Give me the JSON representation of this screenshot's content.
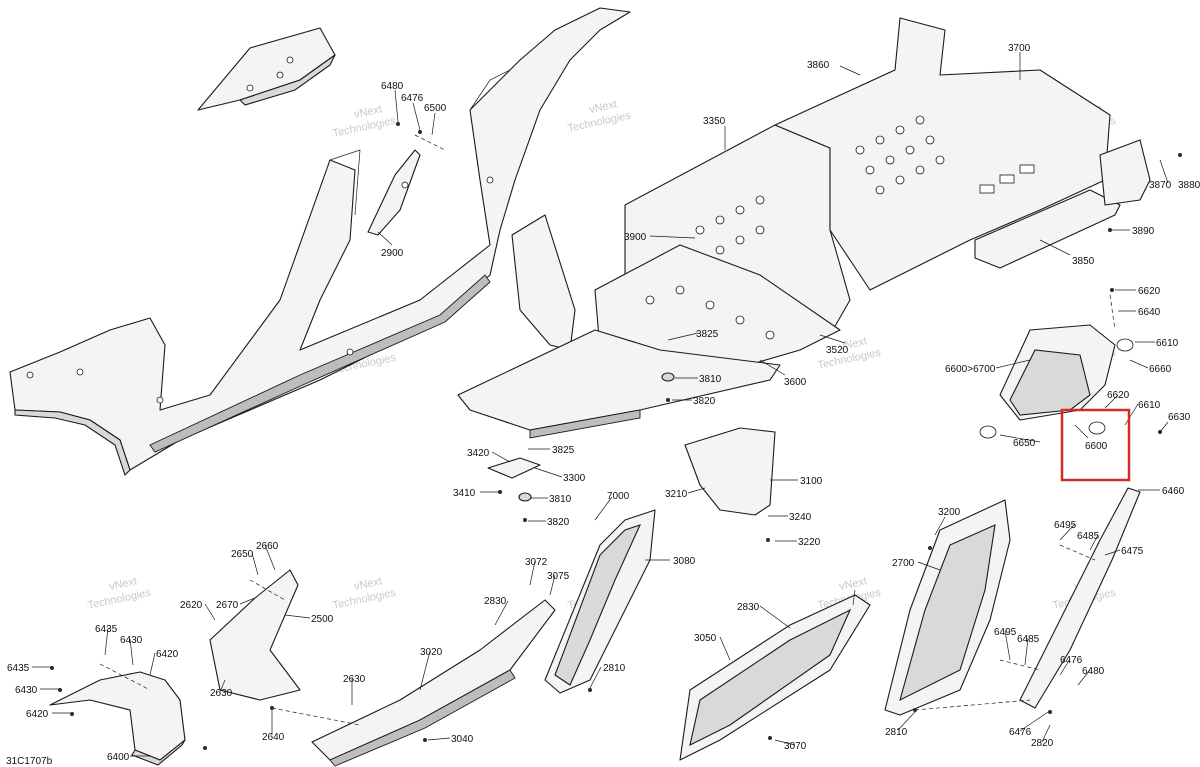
{
  "diagram": {
    "code": "31C1707b",
    "watermark_line1": "vNext",
    "watermark_line2": "Technologies",
    "highlight_color": "#d42a2a",
    "highlighted_part": "6600",
    "callouts": [
      {
        "id": "c6480",
        "text": "6480"
      },
      {
        "id": "c6476",
        "text": "6476"
      },
      {
        "id": "c6500",
        "text": "6500"
      },
      {
        "id": "c2900",
        "text": "2900"
      },
      {
        "id": "c3860",
        "text": "3860"
      },
      {
        "id": "c3700",
        "text": "3700"
      },
      {
        "id": "c3350",
        "text": "3350"
      },
      {
        "id": "c3870",
        "text": "3870"
      },
      {
        "id": "c3880",
        "text": "3880"
      },
      {
        "id": "c3890",
        "text": "3890"
      },
      {
        "id": "c3850",
        "text": "3850"
      },
      {
        "id": "c3900",
        "text": "3900"
      },
      {
        "id": "c6620a",
        "text": "6620"
      },
      {
        "id": "c6640",
        "text": "6640"
      },
      {
        "id": "c6610a",
        "text": "6610"
      },
      {
        "id": "c6660",
        "text": "6660"
      },
      {
        "id": "c6600r",
        "text": "6600>6700"
      },
      {
        "id": "c3825a",
        "text": "3825"
      },
      {
        "id": "c3520",
        "text": "3520"
      },
      {
        "id": "c3600",
        "text": "3600"
      },
      {
        "id": "c3810a",
        "text": "3810"
      },
      {
        "id": "c3820a",
        "text": "3820"
      },
      {
        "id": "c6620b",
        "text": "6620"
      },
      {
        "id": "c6610b",
        "text": "6610"
      },
      {
        "id": "c6630",
        "text": "6630"
      },
      {
        "id": "c6650",
        "text": "6650"
      },
      {
        "id": "c6600",
        "text": "6600"
      },
      {
        "id": "c3420",
        "text": "3420"
      },
      {
        "id": "c3825b",
        "text": "3825"
      },
      {
        "id": "c3300",
        "text": "3300"
      },
      {
        "id": "c3410",
        "text": "3410"
      },
      {
        "id": "c3810b",
        "text": "3810"
      },
      {
        "id": "c3820b",
        "text": "3820"
      },
      {
        "id": "c7000",
        "text": "7000"
      },
      {
        "id": "c3210",
        "text": "3210"
      },
      {
        "id": "c3100",
        "text": "3100"
      },
      {
        "id": "c3240",
        "text": "3240"
      },
      {
        "id": "c3220",
        "text": "3220"
      },
      {
        "id": "c6460",
        "text": "6460"
      },
      {
        "id": "c3200",
        "text": "3200"
      },
      {
        "id": "c6495a",
        "text": "6495"
      },
      {
        "id": "c6485a",
        "text": "6485"
      },
      {
        "id": "c6475",
        "text": "6475"
      },
      {
        "id": "c2650",
        "text": "2650"
      },
      {
        "id": "c2660",
        "text": "2660"
      },
      {
        "id": "c2620",
        "text": "2620"
      },
      {
        "id": "c2670",
        "text": "2670"
      },
      {
        "id": "c2500",
        "text": "2500"
      },
      {
        "id": "c3072",
        "text": "3072"
      },
      {
        "id": "c3075",
        "text": "3075"
      },
      {
        "id": "c3080",
        "text": "3080"
      },
      {
        "id": "c2700",
        "text": "2700"
      },
      {
        "id": "c2830a",
        "text": "2830"
      },
      {
        "id": "c2830b",
        "text": "2830"
      },
      {
        "id": "c6435a",
        "text": "6435"
      },
      {
        "id": "c6430a",
        "text": "6430"
      },
      {
        "id": "c6420a",
        "text": "6420"
      },
      {
        "id": "c6435b",
        "text": "6435"
      },
      {
        "id": "c6430b",
        "text": "6430"
      },
      {
        "id": "c6420b",
        "text": "6420"
      },
      {
        "id": "c2630a",
        "text": "2630"
      },
      {
        "id": "c2630b",
        "text": "2630"
      },
      {
        "id": "c3020",
        "text": "3020"
      },
      {
        "id": "c2810a",
        "text": "2810"
      },
      {
        "id": "c3050",
        "text": "3050"
      },
      {
        "id": "c6495b",
        "text": "6495"
      },
      {
        "id": "c6485b",
        "text": "6485"
      },
      {
        "id": "c6476b",
        "text": "6476"
      },
      {
        "id": "c6480b",
        "text": "6480"
      },
      {
        "id": "c2640",
        "text": "2640"
      },
      {
        "id": "c3040",
        "text": "3040"
      },
      {
        "id": "c3070",
        "text": "3070"
      },
      {
        "id": "c2810b",
        "text": "2810"
      },
      {
        "id": "c6476c",
        "text": "6476"
      },
      {
        "id": "c2820",
        "text": "2820"
      },
      {
        "id": "c6400",
        "text": "6400"
      }
    ]
  }
}
